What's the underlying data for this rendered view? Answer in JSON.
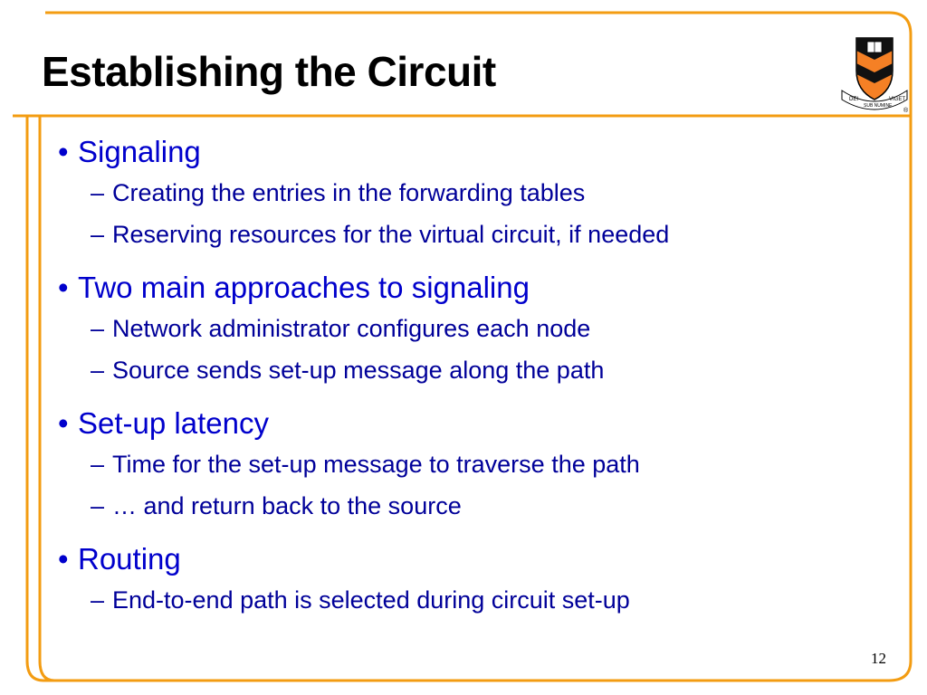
{
  "slide": {
    "title": "Establishing the Circuit",
    "page_number": "12",
    "accent_color": "#f39c12",
    "text_color": "#0000cc",
    "sub_text_color": "#000099"
  },
  "logo": {
    "icon": "princeton-shield-icon",
    "motto_left": "DEI",
    "motto_center": "SUB NUMINE",
    "motto_right": "VIGET",
    "registered_mark": "®"
  },
  "bullets": [
    {
      "text": "Signaling",
      "subs": [
        "Creating the entries in the forwarding tables",
        "Reserving resources for the virtual circuit, if needed"
      ]
    },
    {
      "text": "Two main approaches to signaling",
      "subs": [
        "Network administrator configures each node",
        "Source sends set-up message along the path"
      ]
    },
    {
      "text": "Set-up latency",
      "subs": [
        "Time for the set-up message to traverse the path",
        "… and return back to the source"
      ]
    },
    {
      "text": "Routing",
      "subs": [
        "End-to-end path is selected during circuit set-up"
      ]
    }
  ]
}
